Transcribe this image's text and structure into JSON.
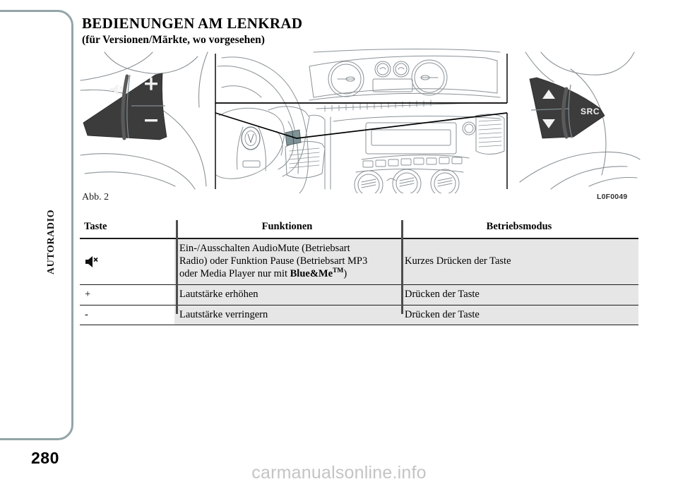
{
  "document": {
    "section_label": "AUTORADIO",
    "page_number": "280",
    "watermark": "carmanualsonline.info"
  },
  "heading": {
    "title": "BEDIENUNGEN AM LENKRAD",
    "subtitle": "(für Versionen/Märkte, wo vorgesehen)"
  },
  "figure": {
    "caption": "Abb. 2",
    "code": "L0F0049",
    "left_control": {
      "mute_icon": "speaker-mute-icon",
      "plus_label": "+",
      "minus_label": "−"
    },
    "right_control": {
      "up_icon": "triangle-up-icon",
      "down_icon": "triangle-down-icon",
      "src_label": "SRC"
    }
  },
  "table": {
    "headers": [
      "Taste",
      "Funktionen",
      "Betriebsmodus"
    ],
    "rows": [
      {
        "key_icon": "speaker-mute-icon",
        "key": "",
        "function_lines": [
          "Ein-/Ausschalten AudioMute (Betriebsart",
          "Radio) oder Funktion Pause (Betriebsart MP3",
          "oder Media Player nur mit "
        ],
        "function_bold": "Blue&Me",
        "function_tm": "TM",
        "function_tail": ")",
        "mode": "Kurzes Drücken der Taste"
      },
      {
        "key_icon": "",
        "key": "+",
        "function": "Lautstärke erhöhen",
        "mode": "Drücken der Taste"
      },
      {
        "key_icon": "",
        "key": "-",
        "function": "Lautstärke verringern",
        "mode": "Drücken der Taste"
      }
    ]
  },
  "colors": {
    "frame": "#93a5a8",
    "row_fill": "#e6e6e6",
    "button_dark": "#3c3c3c",
    "rule": "#1a1a1a"
  }
}
